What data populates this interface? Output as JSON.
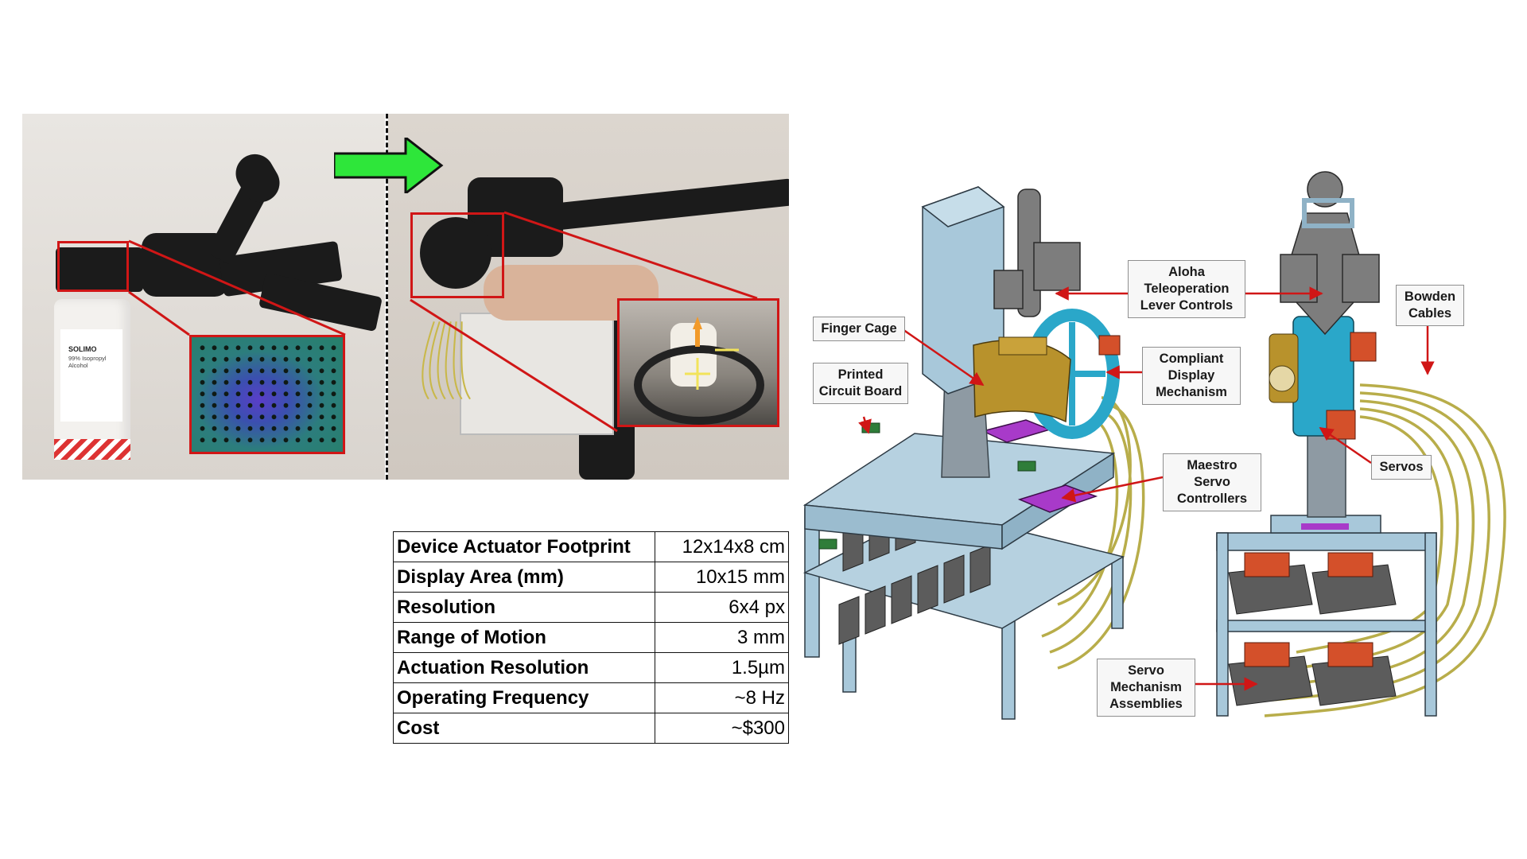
{
  "colors": {
    "callout_red": "#d01616",
    "arrow_green": "#2ee63a",
    "frame_blue": "#a8c8da",
    "display_cyan": "#2aa7c9",
    "cage_gold": "#b8922c",
    "servo_orange": "#d4502a",
    "cable_yellow": "#b8ad4a",
    "pcb_green": "#2f7d39",
    "controller_purple": "#a83ac9"
  },
  "photo": {
    "bottle_brand": "SOLIMO",
    "bottle_text": "99% Isopropyl Alcohol"
  },
  "specs": [
    {
      "label": "Device Actuator Footprint",
      "value": "12x14x8 cm"
    },
    {
      "label": "Display Area (mm)",
      "value": "10x15 mm"
    },
    {
      "label": "Resolution",
      "value": "6x4 px"
    },
    {
      "label": "Range of Motion",
      "value": "3 mm"
    },
    {
      "label": "Actuation Resolution",
      "value": "1.5µm"
    },
    {
      "label": "Operating Frequency",
      "value": "~8 Hz"
    },
    {
      "label": "Cost",
      "value": "~$300"
    }
  ],
  "labels": {
    "finger_cage": "Finger Cage",
    "pcb": [
      "Printed",
      "Circuit Board"
    ],
    "aloha": [
      "Aloha",
      "Teleoperation",
      "Lever Controls"
    ],
    "compliant": [
      "Compliant",
      "Display",
      "Mechanism"
    ],
    "maestro": [
      "Maestro Servo",
      "Controllers"
    ],
    "bowden": [
      "Bowden",
      "Cables"
    ],
    "servos": "Servos",
    "servo_mech": [
      "Servo",
      "Mechanism",
      "Assemblies"
    ]
  }
}
